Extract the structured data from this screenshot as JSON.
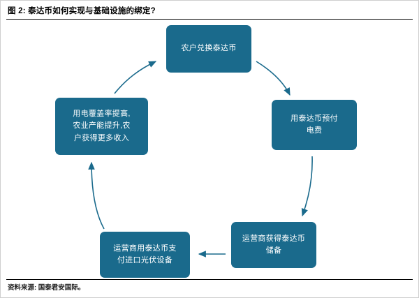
{
  "figure": {
    "label": "图 2:",
    "title": "图 2:  泰达币如何实现与基础设施的绑定?",
    "source": "资料来源: 国泰君安国际。"
  },
  "diagram": {
    "type": "cycle-flow",
    "accent_color": "#1a6a8c",
    "text_color": "#ffffff",
    "arrow_color": "#1a6a8c",
    "nodes": [
      {
        "id": "top",
        "label": "农户兑换泰达币"
      },
      {
        "id": "right",
        "label": "用泰达币预付\n电费",
        "line1": "用泰达币预付",
        "line2": "电费"
      },
      {
        "id": "bottom-right",
        "label": "运营商获得泰达币\n储备",
        "line1": "运营商获得泰达币",
        "line2": "储备"
      },
      {
        "id": "bottom-left",
        "label": "运营商用泰达币支\n付进口光伏设备",
        "line1": "运营商用泰达币支",
        "line2": "付进口光伏设备"
      },
      {
        "id": "left",
        "label": "用电覆盖率提高,\n农业产能提升,农\n户获得更多收入",
        "line1": "用电覆盖率提高,",
        "line2": "农业产能提升,农",
        "line3": "户获得更多收入"
      }
    ],
    "edges": [
      {
        "from": "top",
        "to": "right"
      },
      {
        "from": "right",
        "to": "bottom-right"
      },
      {
        "from": "bottom-right",
        "to": "bottom-left"
      },
      {
        "from": "bottom-left",
        "to": "left"
      },
      {
        "from": "left",
        "to": "top"
      }
    ]
  }
}
